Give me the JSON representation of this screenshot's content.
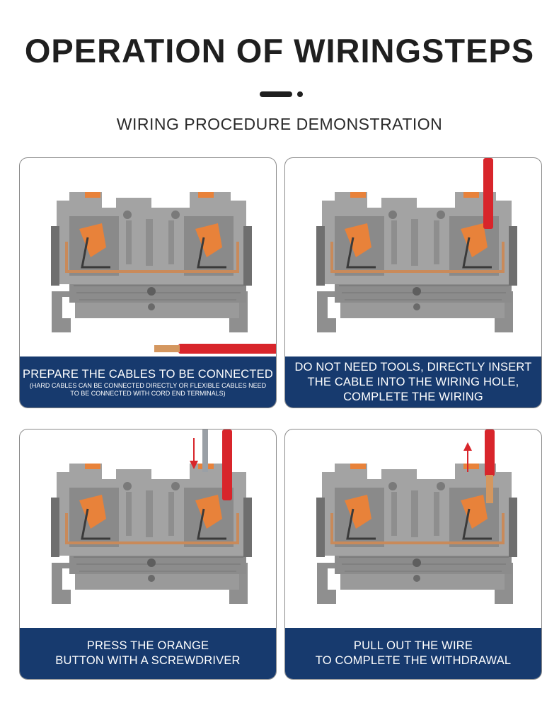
{
  "header": {
    "title": "OPERATION OF WIRINGSTEPS",
    "subtitle": "WIRING PROCEDURE DEMONSTRATION"
  },
  "colors": {
    "caption_bg": "#173a6e",
    "terminal_gray": "#9a9a9a",
    "button_orange": "#e8823a",
    "wire_red": "#d8252b",
    "copper": "#c98a5a"
  },
  "steps": [
    {
      "lines": [
        "PREPARE THE CABLES TO BE CONNECTED"
      ],
      "note_lines": [
        "(HARD CABLES CAN BE CONNECTED DIRECTLY OR FLEXIBLE CABLES NEED",
        "TO BE CONNECTED WITH CORD END TERMINALS)"
      ]
    },
    {
      "lines": [
        "DO NOT NEED TOOLS, DIRECTLY INSERT",
        "THE CABLE INTO THE WIRING HOLE,",
        "COMPLETE THE WIRING"
      ]
    },
    {
      "lines": [
        "PRESS THE ORANGE",
        "BUTTON WITH A SCREWDRIVER"
      ]
    },
    {
      "lines": [
        "PULL OUT THE WIRE",
        "TO COMPLETE THE WITHDRAWAL"
      ]
    }
  ]
}
